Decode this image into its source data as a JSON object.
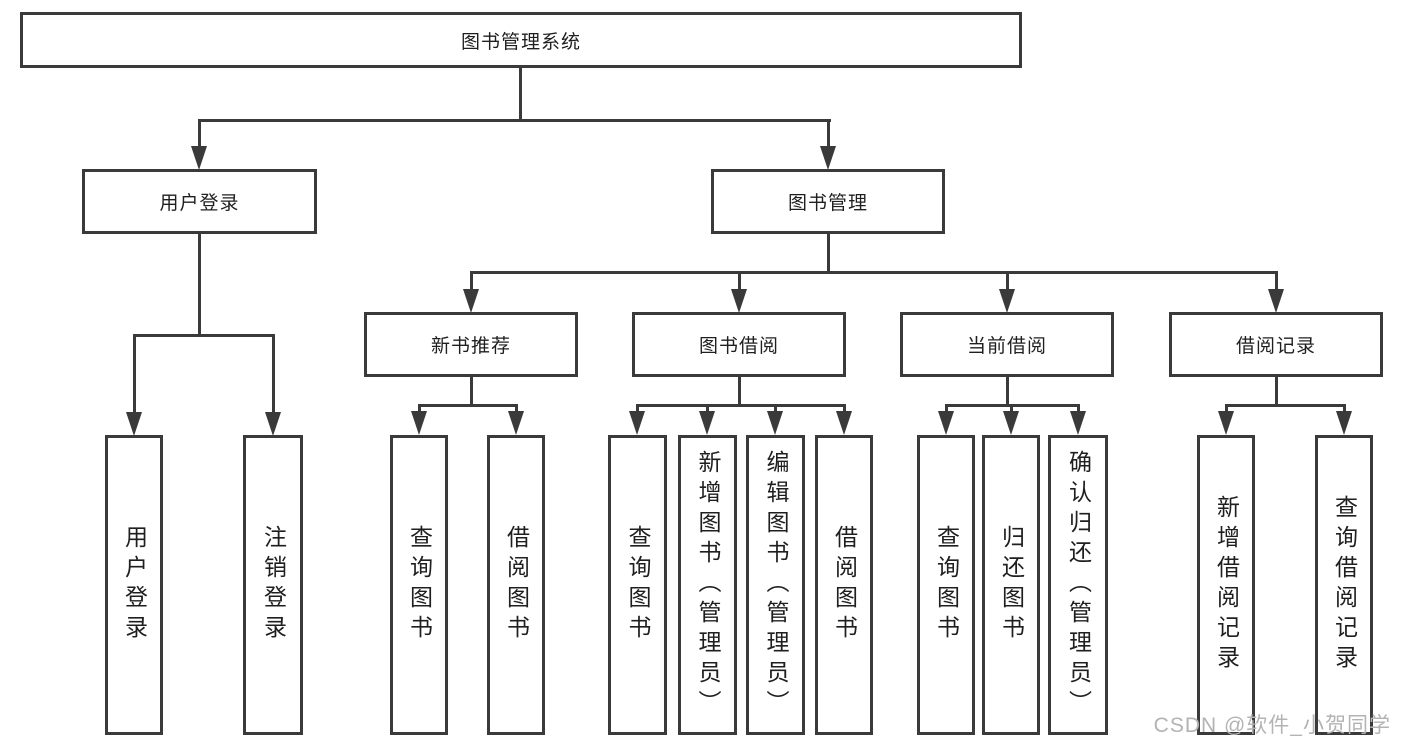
{
  "tree": {
    "root": {
      "label": "图书管理系统"
    },
    "children": [
      {
        "label": "用户登录",
        "leaves": [
          "用户登录",
          "注销登录"
        ]
      },
      {
        "label": "图书管理",
        "groups": [
          {
            "label": "新书推荐",
            "leaves": [
              "查询图书",
              "借阅图书"
            ]
          },
          {
            "label": "图书借阅",
            "leaves": [
              "查询图书",
              "新增图书（管理员）",
              "编辑图书（管理员）",
              "借阅图书"
            ]
          },
          {
            "label": "当前借阅",
            "leaves": [
              "查询图书",
              "归还图书",
              "确认归还（管理员）"
            ]
          },
          {
            "label": "借阅记录",
            "leaves": [
              "新增借阅记录",
              "查询借阅记录"
            ]
          }
        ]
      }
    ]
  },
  "watermark": {
    "text": "CSDN @软件_小贺同学"
  },
  "colors": {
    "line": "#3a3a3a",
    "text": "#1f1f1f",
    "watermark": "#b3b3b3",
    "background": "#ffffff"
  }
}
